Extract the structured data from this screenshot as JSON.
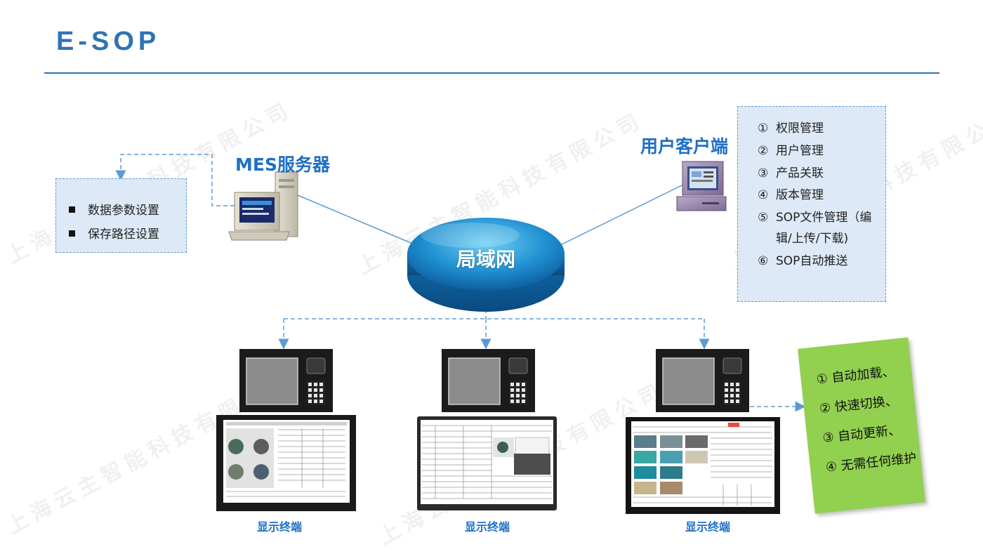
{
  "header": {
    "title": "E-SOP"
  },
  "watermark": {
    "text": "上海云主智能科技有限公司"
  },
  "mes": {
    "title": "MES服务器",
    "items": [
      "数据参数设置",
      "保存路径设置"
    ]
  },
  "client": {
    "title": "用户客户端",
    "items": [
      {
        "num": "①",
        "text": "权限管理"
      },
      {
        "num": "②",
        "text": "用户管理"
      },
      {
        "num": "③",
        "text": "产品关联"
      },
      {
        "num": "④",
        "text": "版本管理"
      },
      {
        "num": "⑤",
        "text": "SOP文件管理（编"
      },
      {
        "num": "",
        "text": "辑/上传/下载)"
      },
      {
        "num": "⑥",
        "text": "SOP自动推送"
      }
    ]
  },
  "lan": {
    "label": "局域网"
  },
  "terminals": {
    "label": "显示终端"
  },
  "features": {
    "items": [
      "① 自动加载、",
      "② 快速切换、",
      "③ 自动更新、",
      "④ 无需任何维护"
    ]
  },
  "colors": {
    "accent": "#2e74b5",
    "heading": "#1f6fc6",
    "note": "#92d050",
    "box": "#dde9f6"
  }
}
